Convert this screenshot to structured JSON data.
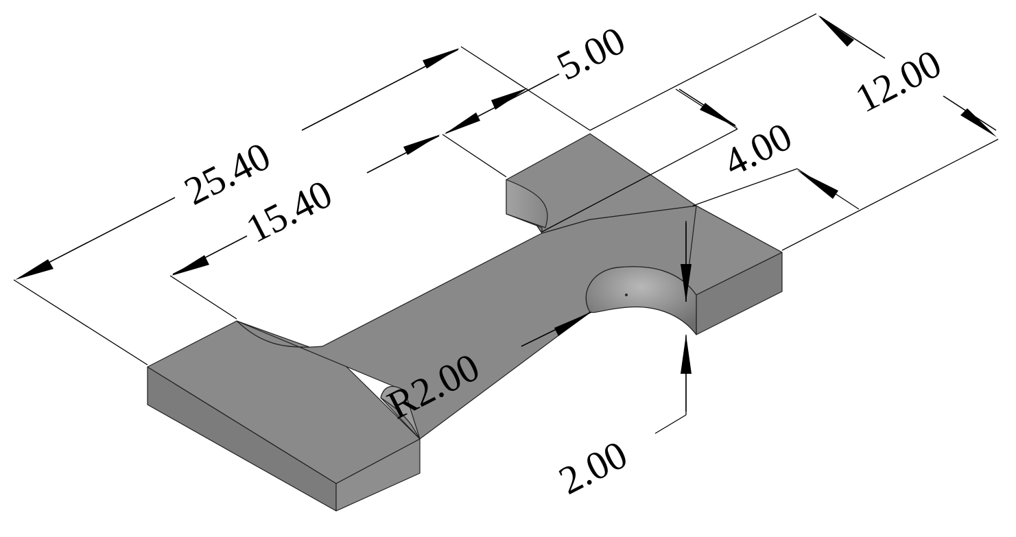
{
  "colors": {
    "background": "#ffffff",
    "face_top": "#8a8a8a",
    "face_front": "#7b7b7b",
    "face_side": "#9a9a9a",
    "dimension": "#000000"
  },
  "dimensions": {
    "overall_length": "25.40",
    "slot_length": "15.40",
    "tab_width": "5.00",
    "overall_width": "12.00",
    "slot_offset": "4.00",
    "hole_radius": "R2.00",
    "thickness": "2.00"
  }
}
